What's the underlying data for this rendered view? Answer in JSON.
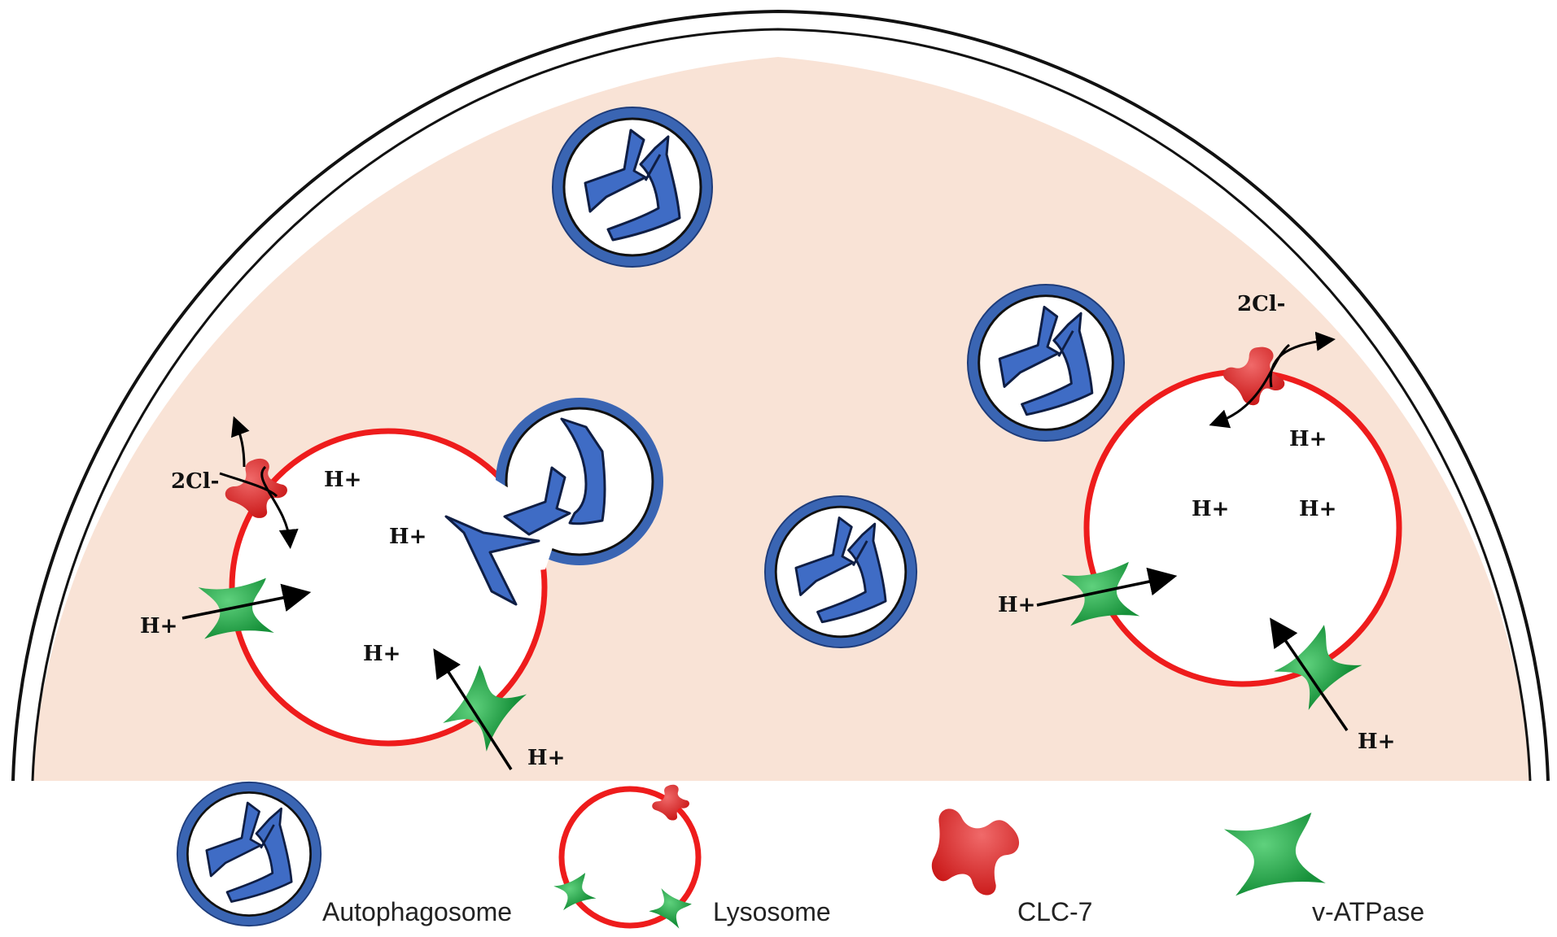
{
  "colors": {
    "cytoplasm": "#f9e3d6",
    "autophagosome_ring": "#3a65b3",
    "cargo": "#3f6cc5",
    "lysosome_membrane": "#ee1c1c",
    "clc7": "#e42a2a",
    "v_atpase": "#27b04e",
    "arrow": "#000000"
  },
  "labels": {
    "proton": "H+",
    "chloride": "2Cl-"
  },
  "legend": {
    "autophagosome": "Autophagosome",
    "lysosome": "Lysosome",
    "clc7": "CLC-7",
    "v_atpase": "v-ATPase"
  }
}
